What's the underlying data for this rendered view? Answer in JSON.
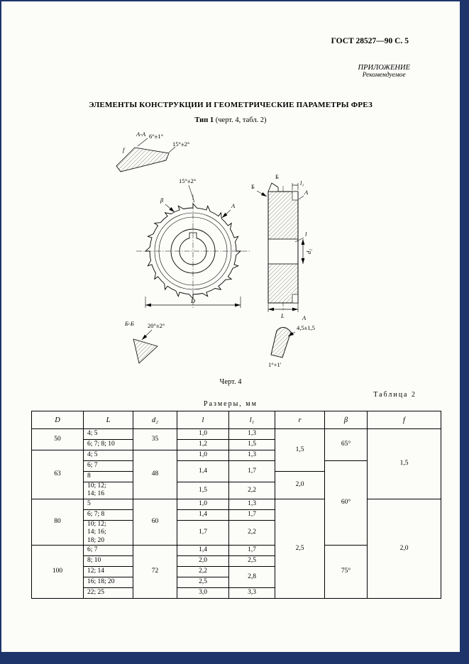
{
  "page": {
    "header": "ГОСТ 28527—90 С. 5",
    "annex_title": "ПРИЛОЖЕНИЕ",
    "annex_subtitle": "Рекомендуемое",
    "title": "ЭЛЕМЕНТЫ КОНСТРУКЦИИ И ГЕОМЕТРИЧЕСКИЕ ПАРАМЕТРЫ ФРЕЗ",
    "type_label": "Тип 1",
    "type_ref": " (черт. 4, табл. 2)",
    "figure_caption": "Черт. 4",
    "table_label": "Таблица 2",
    "table_units": "Размеры, мм"
  },
  "drawing": {
    "section_aa": "А-А",
    "angle_6": "6°±1°",
    "angle_15_tooth": "15°±2°",
    "label_f": "f",
    "angle_15_face": "15°±2°",
    "beta": "β",
    "view_a_arrow": "А",
    "dim_D": "D",
    "view_b": "Б",
    "view_b2": "Б",
    "view_a": "А",
    "dim_l1": "l₁",
    "dim_l": "l",
    "dim_d2": "d₂",
    "dim_L": "L",
    "section_bb": "Б-Б",
    "angle_20": "20°±2°",
    "detail_a": "А",
    "dim_tip": "4,5±1,5",
    "angle_tip": "1°+1'"
  },
  "table": {
    "headers": [
      "D",
      "L",
      "d₂",
      "l",
      "l₁",
      "r",
      "β",
      "f"
    ],
    "rows": [
      {
        "D": "50",
        "L": "4; 5",
        "d2": "35",
        "l": "1,0",
        "l1": "1,3",
        "r": "1,5",
        "beta": "65°",
        "f": "1,5"
      },
      {
        "L": "6; 7; 8; 10",
        "l": "1,2",
        "l1": "1,5"
      },
      {
        "D": "63",
        "L": "4; 5",
        "d2": "48",
        "l": "1,0",
        "l1": "1,3"
      },
      {
        "L": "6; 7",
        "l": "1,4",
        "l1": "1,7",
        "beta": "60°"
      },
      {
        "L": "8",
        "r": "2,0"
      },
      {
        "L": "10; 12;\n14; 16",
        "l": "1,5",
        "l1": "2,2"
      },
      {
        "D": "80",
        "L": "5",
        "d2": "60",
        "l": "1,0",
        "l1": "1,3",
        "r": "2,5",
        "f": "2,0"
      },
      {
        "L": "6; 7; 8",
        "l": "1,4",
        "l1": "1,7"
      },
      {
        "L": "10; 12;\n14; 16;\n18; 20",
        "l": "1,7",
        "l1": "2,2"
      },
      {
        "D": "100",
        "L": "6; 7",
        "d2": "72",
        "l": "1,4",
        "l1": "1,7",
        "beta": "75°"
      },
      {
        "L": "8; 10",
        "l": "2,0",
        "l1": "2,5"
      },
      {
        "L": "12; 14",
        "l": "2,2",
        "l1": "2,8"
      },
      {
        "L": "16; 18; 20",
        "l": "2,5"
      },
      {
        "L": "22; 25",
        "l": "3,0",
        "l1": "3,3"
      }
    ]
  }
}
